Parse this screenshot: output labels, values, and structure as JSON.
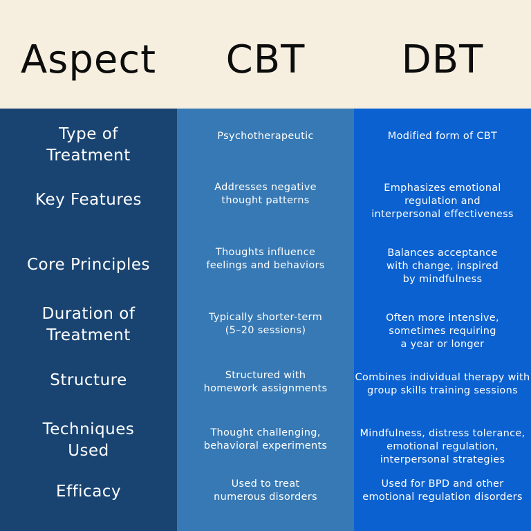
{
  "header": {
    "aspect": "Aspect",
    "cbt": "CBT",
    "dbt": "DBT"
  },
  "rows": [
    {
      "aspect": "Type of\nTreatment",
      "cbt": "Psychotherapeutic",
      "dbt": "Modified form of CBT"
    },
    {
      "aspect": "Key Features",
      "cbt": "Addresses negative\nthought patterns",
      "dbt": "Emphasizes emotional\nregulation and\ninterpersonal effectiveness"
    },
    {
      "aspect": "Core Principles",
      "cbt": "Thoughts influence\nfeelings and behaviors",
      "dbt": "Balances acceptance\nwith change, inspired\nby mindfulness"
    },
    {
      "aspect": "Duration of\nTreatment",
      "cbt": "Typically shorter-term\n(5–20 sessions)",
      "dbt": "Often more intensive,\nsometimes requiring\na year or longer"
    },
    {
      "aspect": "Structure",
      "cbt": "Structured with\nhomework assignments",
      "dbt": "Combines individual therapy with\ngroup skills training sessions"
    },
    {
      "aspect": "Techniques\nUsed",
      "cbt": "Thought challenging,\nbehavioral experiments",
      "dbt": "Mindfulness, distress tolerance,\nemotional regulation,\ninterpersonal strategies"
    },
    {
      "aspect": "Efficacy",
      "cbt": "Used to treat\nnumerous disorders",
      "dbt": "Used for BPD and other\nemotional regulation disorders"
    }
  ],
  "colors": {
    "header_bg": "#f6efdf",
    "aspect_col": "#194472",
    "cbt_col": "#3779b4",
    "dbt_col": "#0b61cf"
  }
}
